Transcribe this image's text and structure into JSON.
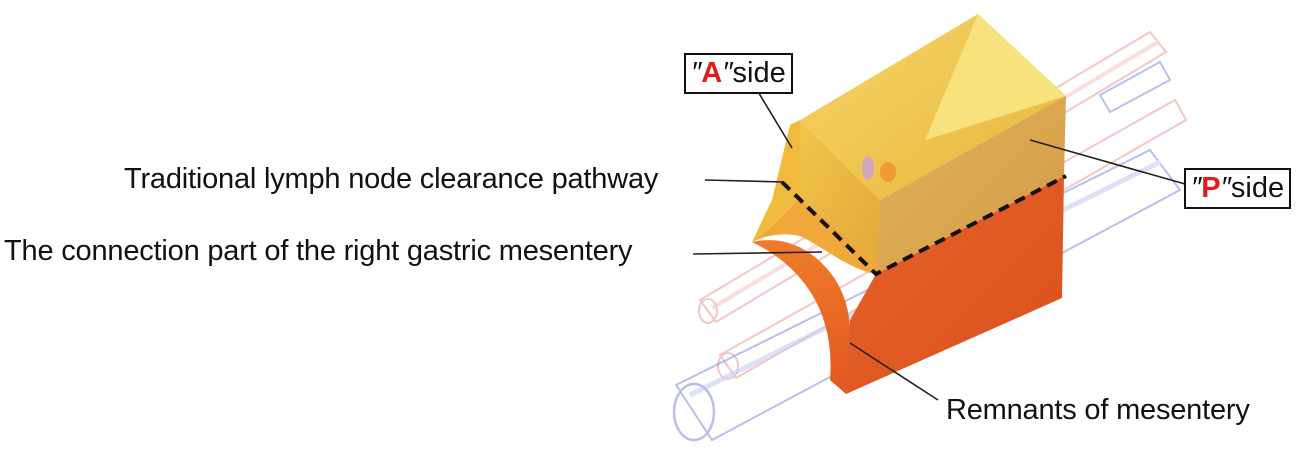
{
  "labels": {
    "a_side": {
      "open": "″",
      "letter": "A",
      "close": "″",
      "word": "side"
    },
    "p_side": {
      "open": "″",
      "letter": "P",
      "close": "″",
      "word": "side"
    },
    "traditional_pathway": "Traditional lymph node clearance pathway",
    "connection_part": "The connection part of the right gastric mesentery",
    "remnants": "Remnants of mesentery"
  },
  "colors": {
    "label_letter": "#e11b1b",
    "upper_block": "#e8b53a",
    "lower_block": "#e85a22",
    "vessel_red": "#e9a9a9",
    "vessel_blue": "#a9aee6",
    "dashed_line": "#111111"
  }
}
